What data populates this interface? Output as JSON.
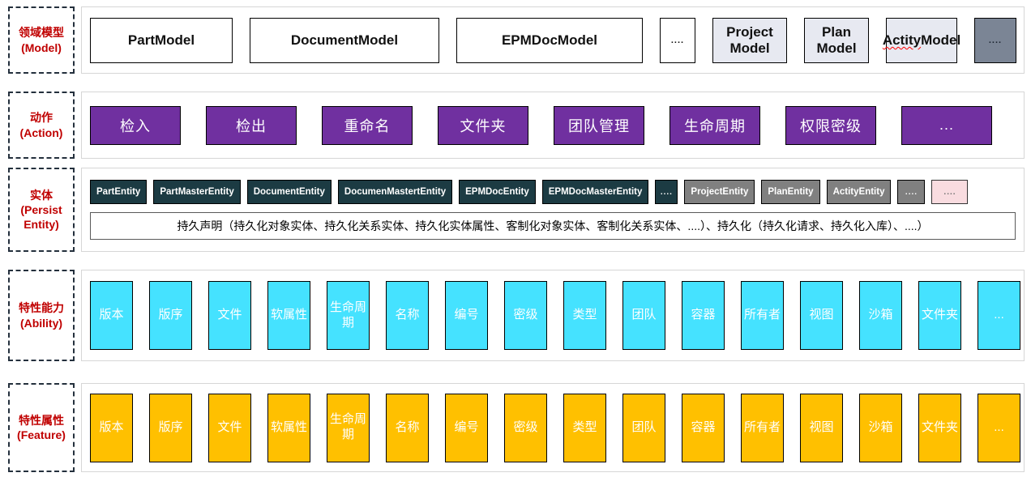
{
  "page": {
    "background": "#ffffff"
  },
  "colors": {
    "label_red": "#C00000",
    "action_purple": "#7030A0",
    "entity_dark_teal": "#1C3B43",
    "entity_gray": "#808080",
    "model_light_gray": "#E7E9F1",
    "model_slate": "#7B8595",
    "ability_cyan": "#45E2FF",
    "feature_orange": "#FFC000",
    "pink_box": "#F9DCE0"
  },
  "rows": [
    {
      "key": "model",
      "label_zh": "领域模型",
      "label_en": "(Model)",
      "items": [
        {
          "text": "PartModel",
          "cls": "m-white r1-part"
        },
        {
          "text": "DocumentModel",
          "cls": "m-white r1-doc"
        },
        {
          "text": "EPMDocModel",
          "cls": "m-white r1-epm"
        },
        {
          "text": "....",
          "cls": "m-white r1-dots"
        },
        {
          "text": "Project Model",
          "cls": "m-light r1-proj"
        },
        {
          "text": "Plan Model",
          "cls": "m-light r1-plan"
        },
        {
          "wavy": "Actity",
          "text": "Model",
          "cls": "m-light r1-act"
        },
        {
          "text": "....",
          "cls": "m-slate r1-slate"
        }
      ]
    },
    {
      "key": "action",
      "label_zh": "动作",
      "label_en": "(Action)",
      "items": [
        {
          "text": "检入",
          "cls": "act"
        },
        {
          "text": "检出",
          "cls": "act"
        },
        {
          "text": "重命名",
          "cls": "act"
        },
        {
          "text": "文件夹",
          "cls": "act"
        },
        {
          "text": "团队管理",
          "cls": "act"
        },
        {
          "text": "生命周期",
          "cls": "act"
        },
        {
          "text": "权限密级",
          "cls": "act"
        },
        {
          "text": "...",
          "cls": "act"
        }
      ]
    },
    {
      "key": "entity",
      "label_zh": "实体",
      "label_en": "(Persist Entity)",
      "note": "持久声明（持久化对象实体、持久化关系实体、持久化实体属性、客制化对象实体、客制化关系实体、....）、持久化（持久化请求、持久化入库）、....）",
      "items": [
        {
          "text": "PartEntity",
          "cls": "ent"
        },
        {
          "text": "PartMasterEntity",
          "cls": "ent"
        },
        {
          "text": "DocumentEntity",
          "cls": "ent"
        },
        {
          "text": "DocumenMastertEntity",
          "cls": "ent"
        },
        {
          "text": "EPMDocEntity",
          "cls": "ent"
        },
        {
          "text": "EPMDocMasterEntity",
          "cls": "ent"
        },
        {
          "text": "....",
          "cls": "ent ent-dots"
        },
        {
          "text": "ProjectEntity",
          "cls": "ent ent-gray"
        },
        {
          "text": "PlanEntity",
          "cls": "ent ent-gray"
        },
        {
          "text": "ActityEntity",
          "cls": "ent ent-gray"
        },
        {
          "text": "....",
          "cls": "ent ent-gray ent-dots2"
        },
        {
          "text": "....",
          "cls": "pink"
        }
      ]
    },
    {
      "key": "ability",
      "label_zh": "特性能力",
      "label_en": "(Ability)",
      "items": [
        {
          "text": "版本",
          "cls": "cy"
        },
        {
          "text": "版序",
          "cls": "cy"
        },
        {
          "text": "文件",
          "cls": "cy"
        },
        {
          "text": "软属性",
          "cls": "cy"
        },
        {
          "text": "生命周期",
          "cls": "cy"
        },
        {
          "text": "名称",
          "cls": "cy"
        },
        {
          "text": "编号",
          "cls": "cy"
        },
        {
          "text": "密级",
          "cls": "cy"
        },
        {
          "text": "类型",
          "cls": "cy"
        },
        {
          "text": "团队",
          "cls": "cy"
        },
        {
          "text": "容器",
          "cls": "cy"
        },
        {
          "text": "所有者",
          "cls": "cy"
        },
        {
          "text": "视图",
          "cls": "cy"
        },
        {
          "text": "沙箱",
          "cls": "cy"
        },
        {
          "text": "文件夹",
          "cls": "cy"
        },
        {
          "text": "...",
          "cls": "cy"
        }
      ]
    },
    {
      "key": "feature",
      "label_zh": "特性属性",
      "label_en": "(Feature)",
      "items": [
        {
          "text": "版本",
          "cls": "or"
        },
        {
          "text": "版序",
          "cls": "or"
        },
        {
          "text": "文件",
          "cls": "or"
        },
        {
          "text": "软属性",
          "cls": "or"
        },
        {
          "text": "生命周期",
          "cls": "or"
        },
        {
          "text": "名称",
          "cls": "or"
        },
        {
          "text": "编号",
          "cls": "or"
        },
        {
          "text": "密级",
          "cls": "or"
        },
        {
          "text": "类型",
          "cls": "or"
        },
        {
          "text": "团队",
          "cls": "or"
        },
        {
          "text": "容器",
          "cls": "or"
        },
        {
          "text": "所有者",
          "cls": "or"
        },
        {
          "text": "视图",
          "cls": "or"
        },
        {
          "text": "沙箱",
          "cls": "or"
        },
        {
          "text": "文件夹",
          "cls": "or"
        },
        {
          "text": "...",
          "cls": "or"
        }
      ]
    }
  ]
}
